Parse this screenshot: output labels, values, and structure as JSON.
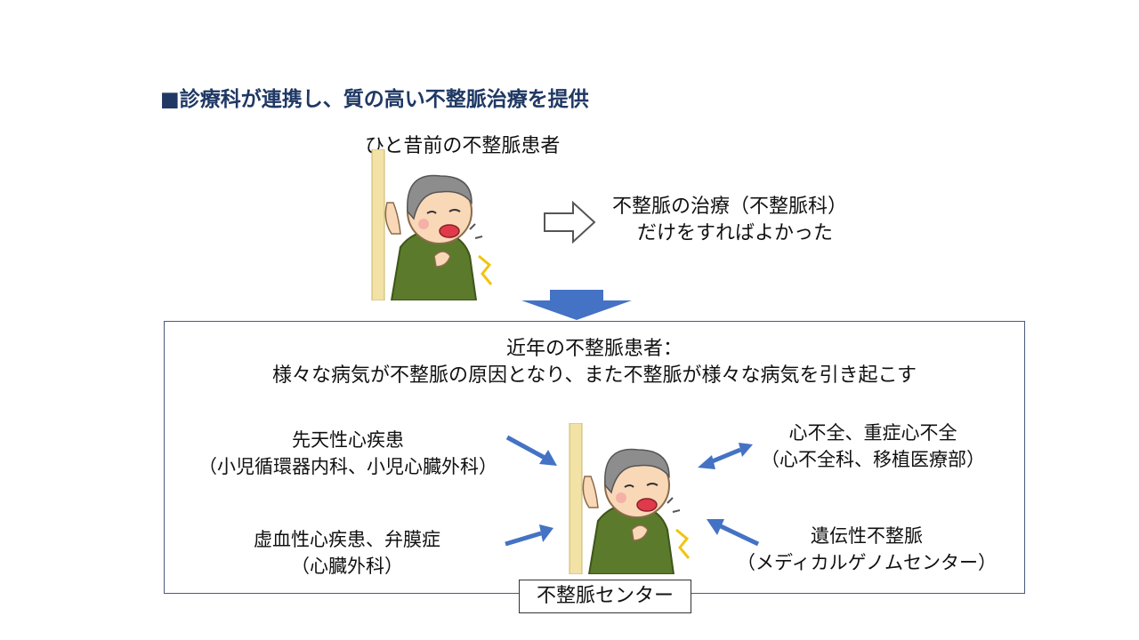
{
  "heading": "■診療科が連携し、質の高い不整脈治療を提供",
  "old": {
    "caption": "ひと昔前の不整脈患者",
    "result_line1": "不整脈の治療（不整脈科）",
    "result_line2": "だけをすればよかった"
  },
  "modern": {
    "title_line1": "近年の不整脈患者：",
    "title_line2": "様々な病気が不整脈の原因となり、また不整脈が様々な病気を引き起こす"
  },
  "notes": {
    "congenital_line1": "先天性心疾患",
    "congenital_line2": "（小児循環器内科、小児心臓外科）",
    "ischemic_line1": "虚血性心疾患、弁膜症",
    "ischemic_line2": "（心臓外科）",
    "hf_line1": "心不全、重症心不全",
    "hf_line2": "（心不全科、移植医療部）",
    "genetic_line1": "遺伝性不整脈",
    "genetic_line2": "（メディカルゲノムセンター）"
  },
  "center_label": "不整脈センター",
  "colors": {
    "heading": "#1f3864",
    "arrow_blue": "#4472c4",
    "jacket": "#5b7a2b",
    "wall": "#f2e2a6"
  },
  "icons": {
    "patient": "elderly-patient-holding-chest-illustration",
    "outline_arrow": "outline-right-arrow-icon",
    "down_arrow": "blue-down-arrow-icon",
    "relation_arrow": "blue-arrow-icon"
  }
}
